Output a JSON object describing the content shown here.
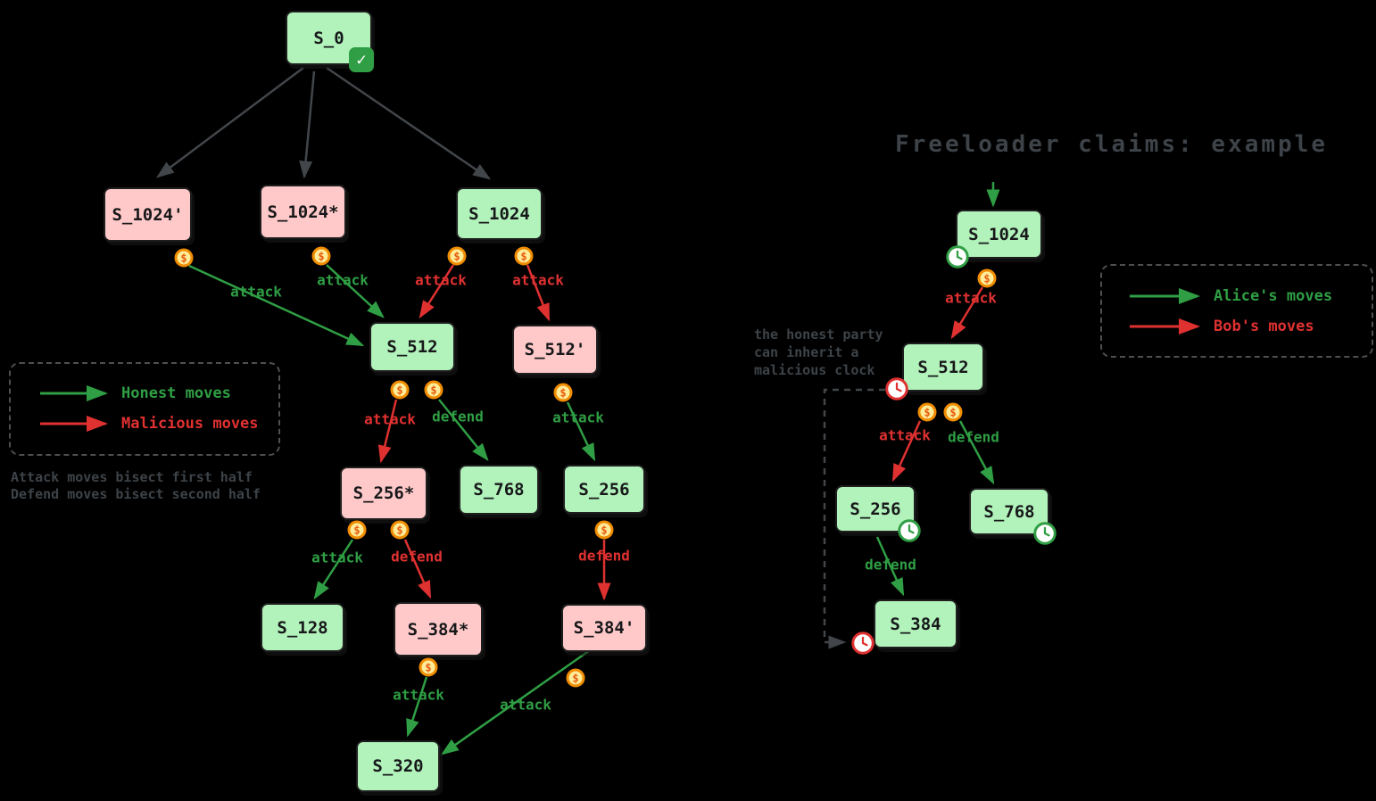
{
  "title": "Freeloader claims: example",
  "icons": {
    "coin": "$",
    "check": "✓"
  },
  "colors": {
    "honest_green": "#2f9e44",
    "malicious_red": "#e03131",
    "node_green_fill": "#b2f2bb",
    "node_pink_fill": "#ffc9c9",
    "coin_border": "#f08c00",
    "muted_text": "#3d4348"
  },
  "left": {
    "nodes": {
      "s0": "S_0",
      "s1024p": "S_1024'",
      "s1024s": "S_1024*",
      "s1024": "S_1024",
      "s512": "S_512",
      "s512p": "S_512'",
      "s256s": "S_256*",
      "s768": "S_768",
      "s256": "S_256",
      "s128": "S_128",
      "s384s": "S_384*",
      "s384p": "S_384'",
      "s320": "S_320"
    },
    "edges": {
      "e1": "attack",
      "e2": "attack",
      "e3": "attack",
      "e4": "attack",
      "e5": "attack",
      "e6": "defend",
      "e7": "attack",
      "e8": "attack",
      "e9": "defend",
      "e10": "defend",
      "e11": "attack",
      "e12": "attack"
    },
    "legend": {
      "honest": "Honest moves",
      "malicious": "Malicious moves"
    },
    "notes": {
      "line1": "Attack moves bisect first half",
      "line2": "Defend moves bisect second half"
    }
  },
  "right": {
    "nodes": {
      "s1024": "S_1024",
      "s512": "S_512",
      "s256": "S_256",
      "s768": "S_768",
      "s384": "S_384"
    },
    "edges": {
      "e1": "attack",
      "e2": "attack",
      "e3": "defend",
      "e4": "defend"
    },
    "annotation": {
      "line1": "the honest party",
      "line2": "can inherit a",
      "line3": "malicious clock"
    },
    "legend": {
      "alice": "Alice's moves",
      "bob": "Bob's moves"
    }
  }
}
